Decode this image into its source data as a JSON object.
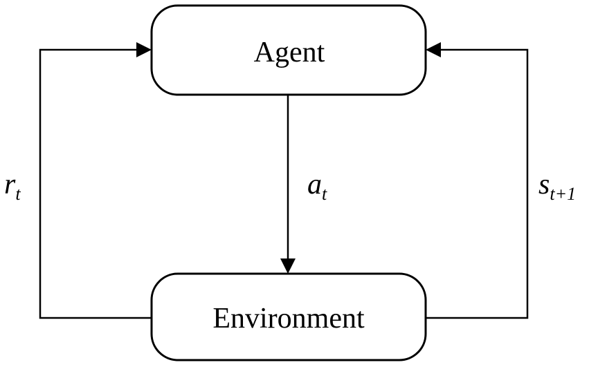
{
  "diagram": {
    "nodes": {
      "agent": {
        "label": "Agent"
      },
      "environment": {
        "label": "Environment"
      }
    },
    "edges": {
      "reward": {
        "symbol": "r",
        "subscript": "t"
      },
      "action": {
        "symbol": "a",
        "subscript": "t"
      },
      "state": {
        "symbol": "s",
        "subscript": "t+1"
      }
    }
  }
}
